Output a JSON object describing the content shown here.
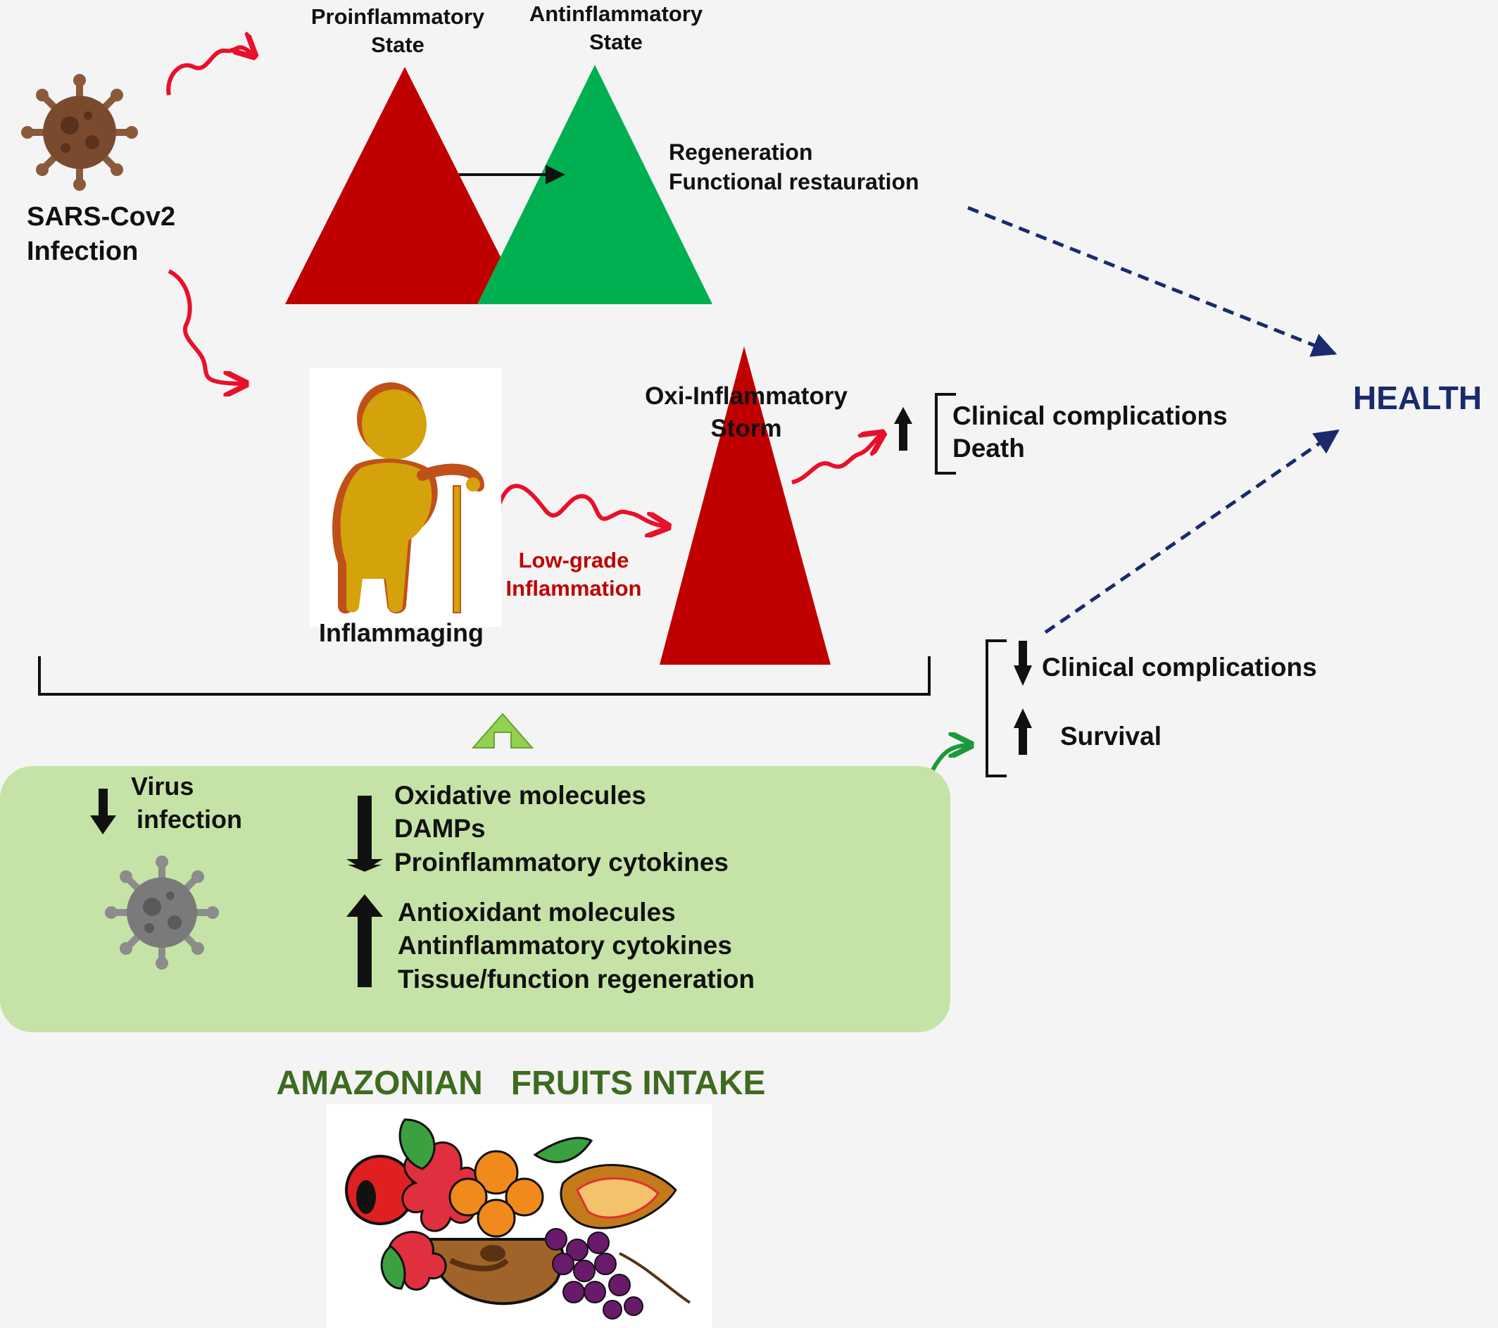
{
  "labels": {
    "sars_cov2": "SARS-Cov2",
    "infection": "Infection",
    "proinflammatory_1": "Proinflammatory",
    "proinflammatory_2": "State",
    "antiinflammatory_1": "Antinflammatory",
    "antiinflammatory_2": "State",
    "regeneration": "Regeneration",
    "functional_restauration": "Functional  restauration",
    "oxi_storm_1": "Oxi-Inflammatory",
    "oxi_storm_2": "Storm",
    "clinical_complications_up": "Clinical complications",
    "death": "Death",
    "health": "HEALTH",
    "inflammaging": "Inflammaging",
    "low_grade_1": "Low-grade",
    "low_grade_2": "Inflammation",
    "clinical_complications_down": "Clinical complications",
    "survival": "Survival",
    "virus_1": "Virus",
    "virus_2": "infection",
    "down_list": [
      "Oxidative molecules",
      "DAMPs",
      "Proinflammatory cytokines"
    ],
    "up_list": [
      "Antioxidant molecules",
      "Antinflammatory cytokines",
      "Tissue/function regeneration"
    ],
    "amazonian": "AMAZONIAN   FRUITS INTAKE"
  },
  "colors": {
    "red_triangle": "#c00000",
    "green_triangle": "#00b050",
    "health_text": "#1a2a6c",
    "low_grade_text": "#c00000",
    "amazonian_text": "#3d6b1f",
    "box_fill": "#c5e3a6",
    "wavy_red": "#e8102a",
    "wavy_green": "#1a9a3a",
    "dashed_navy": "#1a2a6c"
  },
  "icons": [
    "virus-icon",
    "elderly-person-icon",
    "fruit-basket-icon"
  ]
}
